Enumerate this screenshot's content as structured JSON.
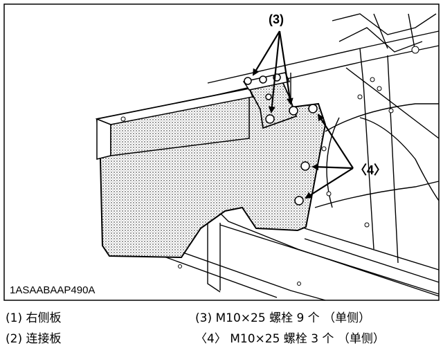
{
  "figure": {
    "image_code": "1ASAABAAP490A",
    "callouts": {
      "c3": "(3)",
      "c4": "〈4〉"
    }
  },
  "legend": {
    "left": [
      "(1) 右侧板",
      "(2) 连接板"
    ],
    "right": [
      "(3) M10×25 螺栓 9 个 （单侧）",
      "〈4〉 M10×25 螺栓 3 个 （单侧）"
    ]
  }
}
